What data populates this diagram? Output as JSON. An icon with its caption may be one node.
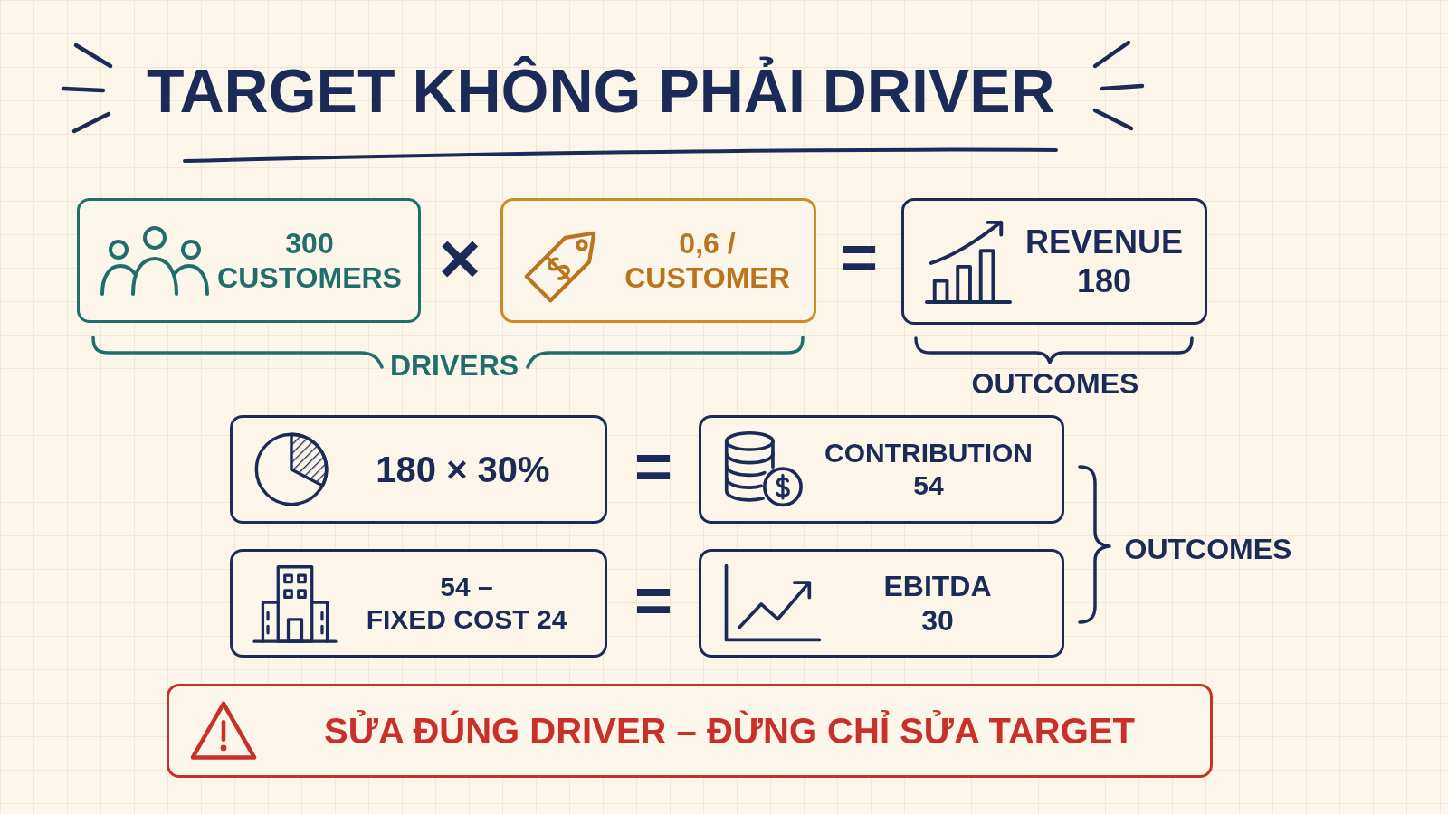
{
  "diagram": {
    "title": "TARGET KHÔNG PHẢI DRIVER",
    "nodes": [
      {
        "text": [
          "300 CUSTOMERS"
        ]
      },
      {
        "text": [
          "0,6 / CUSTOMER"
        ]
      },
      {
        "text": [
          "REVENUE 180"
        ]
      },
      {
        "text": [
          "180 × 30%"
        ]
      },
      {
        "text": [
          "CONTRIBUTION 54"
        ]
      },
      {
        "text": [
          "54 – FIXED COST 24"
        ]
      },
      {
        "text": [
          "EBITDA 30"
        ]
      },
      {
        "text": [
          "SỬA ĐÚNG DRIVER – ĐỪNG CHỈ SỬA TARGET"
        ]
      }
    ],
    "labels": [
      "×",
      "=",
      "DRIVERS",
      "OUTCOMES",
      "=",
      "OUTCOMES",
      "="
    ]
  }
}
